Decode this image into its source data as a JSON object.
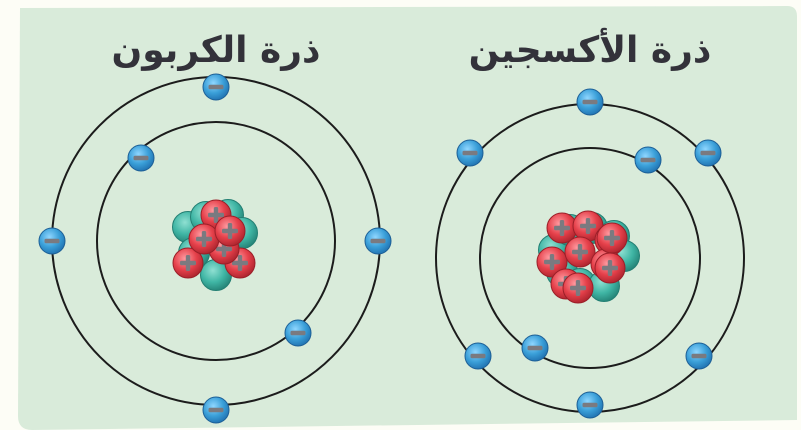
{
  "colors": {
    "card_background": "#d9ebda",
    "page_background": "#fdfdf6",
    "orbit_stroke": "#1c1c1c",
    "electron": "#3a9fd8",
    "proton": "#e5404a",
    "neutron": "#3fb5a4",
    "title": "#33323a"
  },
  "atoms": [
    {
      "id": "carbon",
      "title": "ذرة الكربون",
      "protons": 6,
      "neutrons": 6,
      "electrons": 6,
      "shells": [
        2,
        4
      ]
    },
    {
      "id": "oxygen",
      "title": "ذرة الأكسجين",
      "protons": 8,
      "neutrons": 8,
      "electrons": 8,
      "shells": [
        2,
        6
      ]
    }
  ],
  "symbols": {
    "electron": "−",
    "proton": "+"
  }
}
